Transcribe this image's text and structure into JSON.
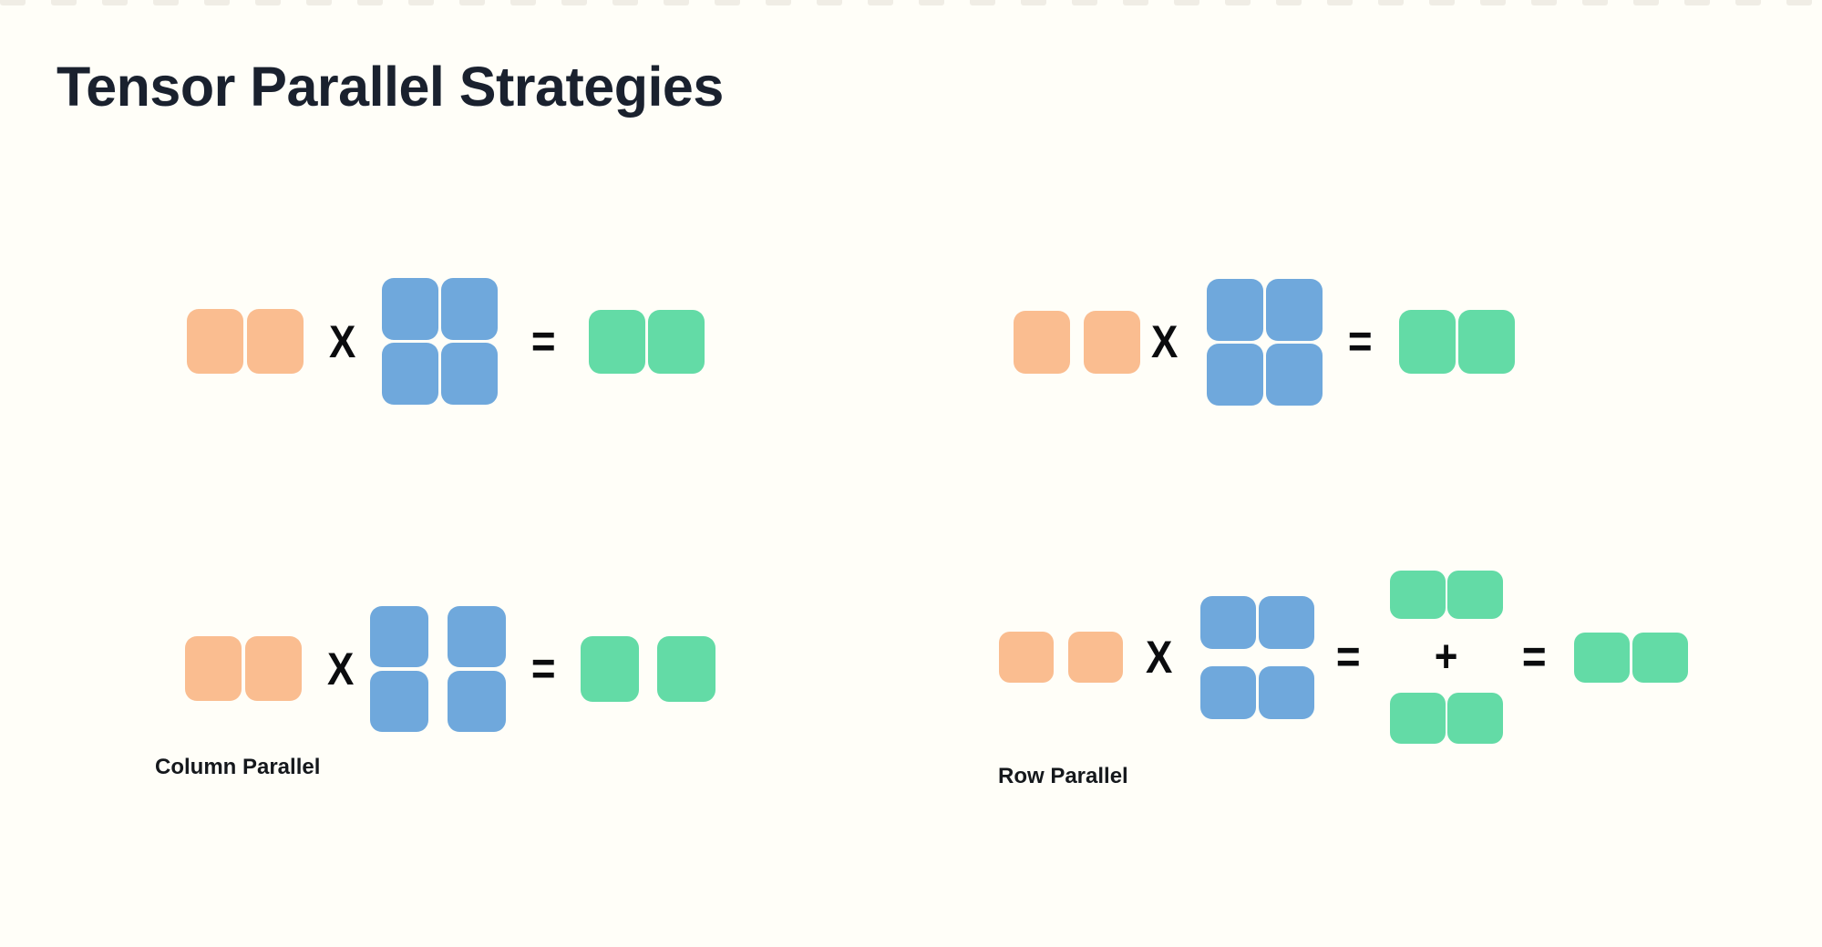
{
  "title": "Tensor Parallel Strategies",
  "operators": {
    "multiply": "X",
    "equals": "=",
    "plus": "+"
  },
  "labels": {
    "column_parallel": "Column Parallel",
    "row_parallel": "Row Parallel"
  },
  "colors": {
    "input_block": "#FABD90",
    "weight_block": "#6FA8DC",
    "output_block": "#63DBA6",
    "title_text": "#1A212E",
    "label_text": "#15181C",
    "operator_text": "#0B0C0E",
    "background": "#FFFEF8",
    "top_strip_block": "#F0EDE5"
  },
  "diagrams": {
    "top_left": {
      "input_blocks": 2,
      "input_split": false,
      "weight_blocks": "2x2",
      "weight_split": "none",
      "output_blocks": 2,
      "output_split": false
    },
    "top_right": {
      "input_blocks": 2,
      "input_split": true,
      "weight_blocks": "2x2",
      "weight_split": "none",
      "output_blocks": 2,
      "output_split": false
    },
    "bottom_left": {
      "input_blocks": 2,
      "input_split": false,
      "weight_blocks": "2x2",
      "weight_split": "columns",
      "output_blocks": 2,
      "output_split": true
    },
    "bottom_right": {
      "input_blocks": 2,
      "input_split": true,
      "weight_blocks": "2x2",
      "weight_split": "rows",
      "partial_outputs": 2,
      "output_blocks": 2,
      "output_split": false
    }
  },
  "top_strip": {
    "square_count": 36
  }
}
